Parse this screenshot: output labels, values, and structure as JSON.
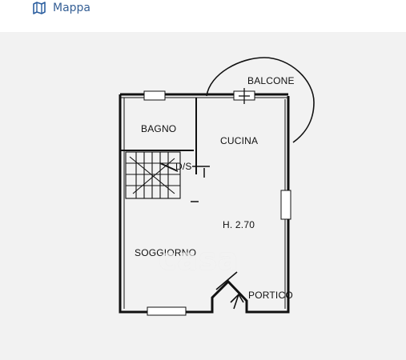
{
  "header": {
    "map_label": "Mappa",
    "map_icon": "map-icon"
  },
  "floorplan": {
    "rooms": {
      "balcone": "BALCONE",
      "bagno": "BAGNO",
      "cucina": "CUCINA",
      "ds": "D/S",
      "soggiorno": "SOGGIORNO",
      "portico": "PORTICO"
    },
    "height_label": "H. 2.70",
    "watermark": "casa",
    "colors": {
      "lines": "#111111",
      "background": "#f2f2f2",
      "link": "#355f95"
    }
  }
}
